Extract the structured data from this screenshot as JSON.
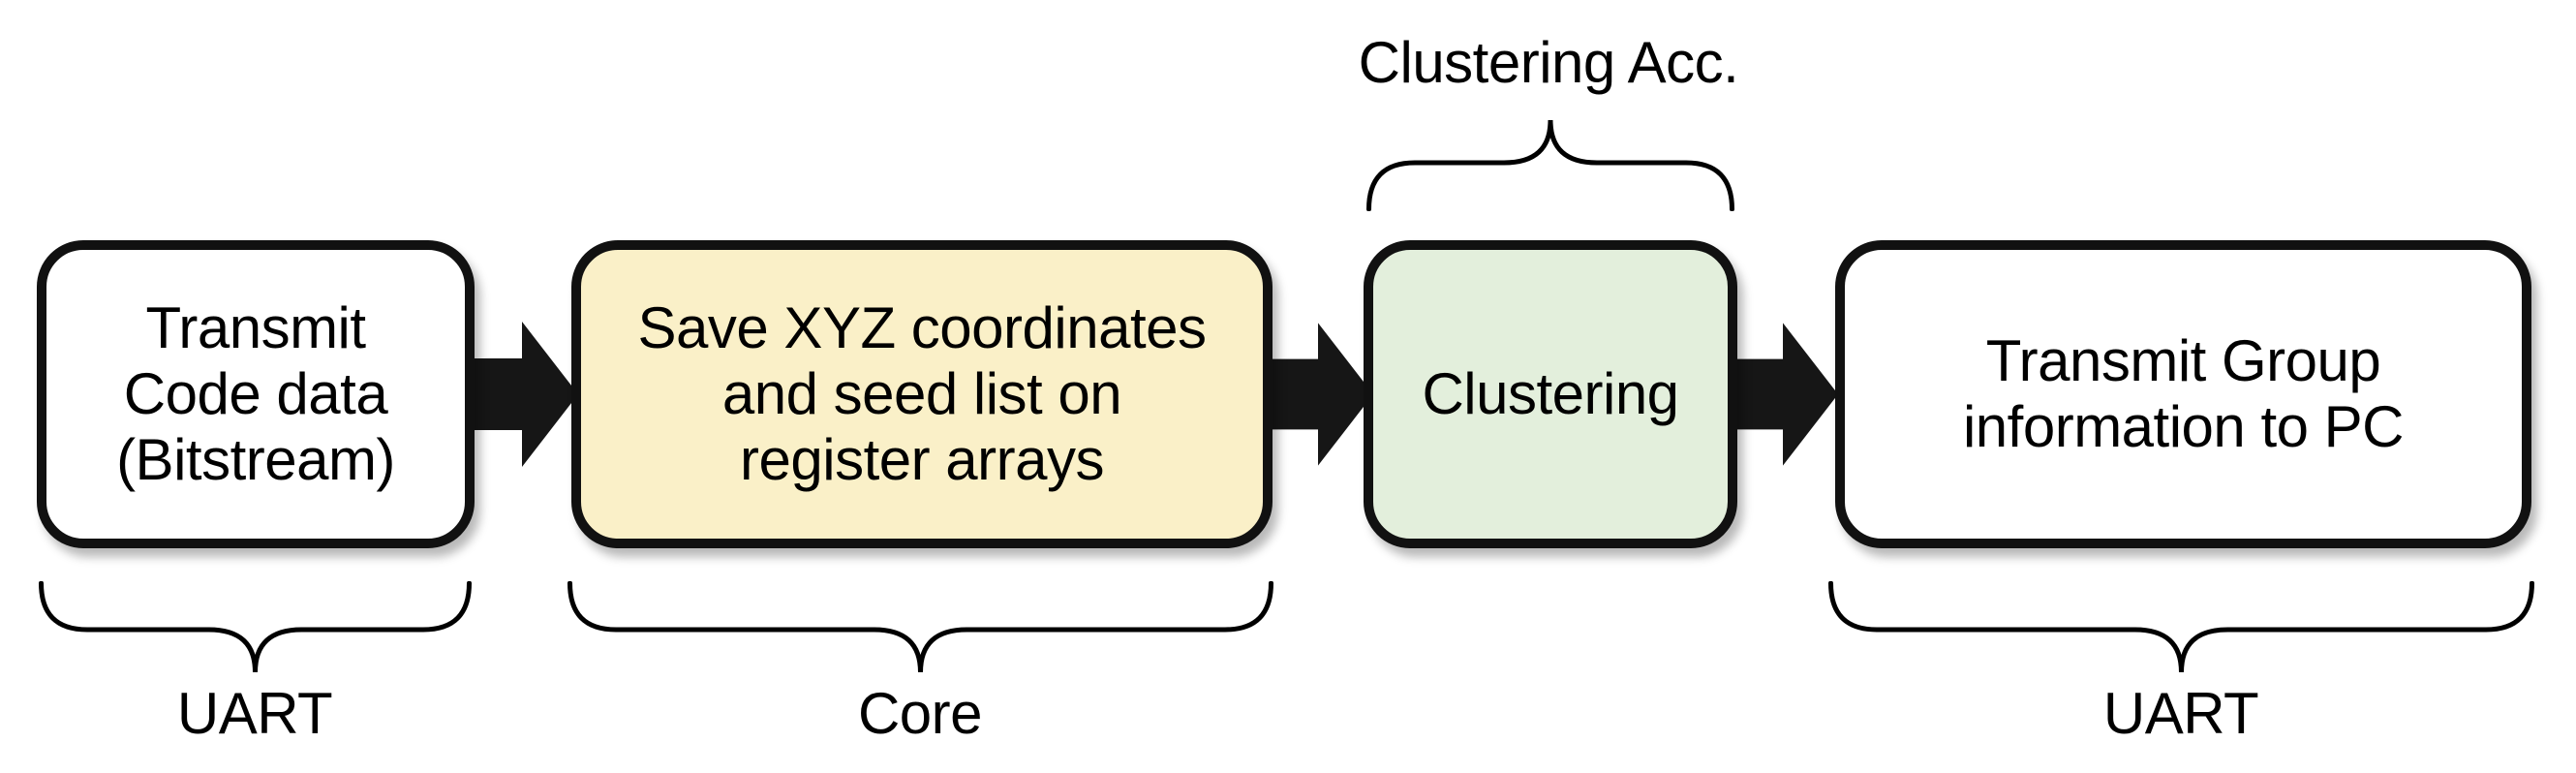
{
  "diagram": {
    "top_annotation": "Clustering Acc.",
    "boxes": [
      {
        "name": "transmit-code",
        "lines": [
          "Transmit",
          "Code data",
          "(Bitstream)"
        ],
        "fill": "#ffffff"
      },
      {
        "name": "save-xyz",
        "lines": [
          "Save XYZ coordinates",
          "and seed list on",
          "register arrays"
        ],
        "fill": "#faf0c8"
      },
      {
        "name": "clustering",
        "lines": [
          "Clustering"
        ],
        "fill": "#e3efdc"
      },
      {
        "name": "transmit-group",
        "lines": [
          "Transmit Group",
          "information to PC"
        ],
        "fill": "#ffffff"
      }
    ],
    "group_labels": [
      {
        "name": "uart-left",
        "text": "UART"
      },
      {
        "name": "core",
        "text": "Core"
      },
      {
        "name": "uart-right",
        "text": "UART"
      }
    ],
    "colors": {
      "background": "#ffffff",
      "box_border": "#111111",
      "box_fill_white": "#ffffff",
      "box_fill_core": "#faf0c8",
      "box_fill_accelerator": "#e3efdc",
      "arrow_fill": "#161616",
      "brace_stroke": "#000000",
      "text": "#000000"
    }
  }
}
